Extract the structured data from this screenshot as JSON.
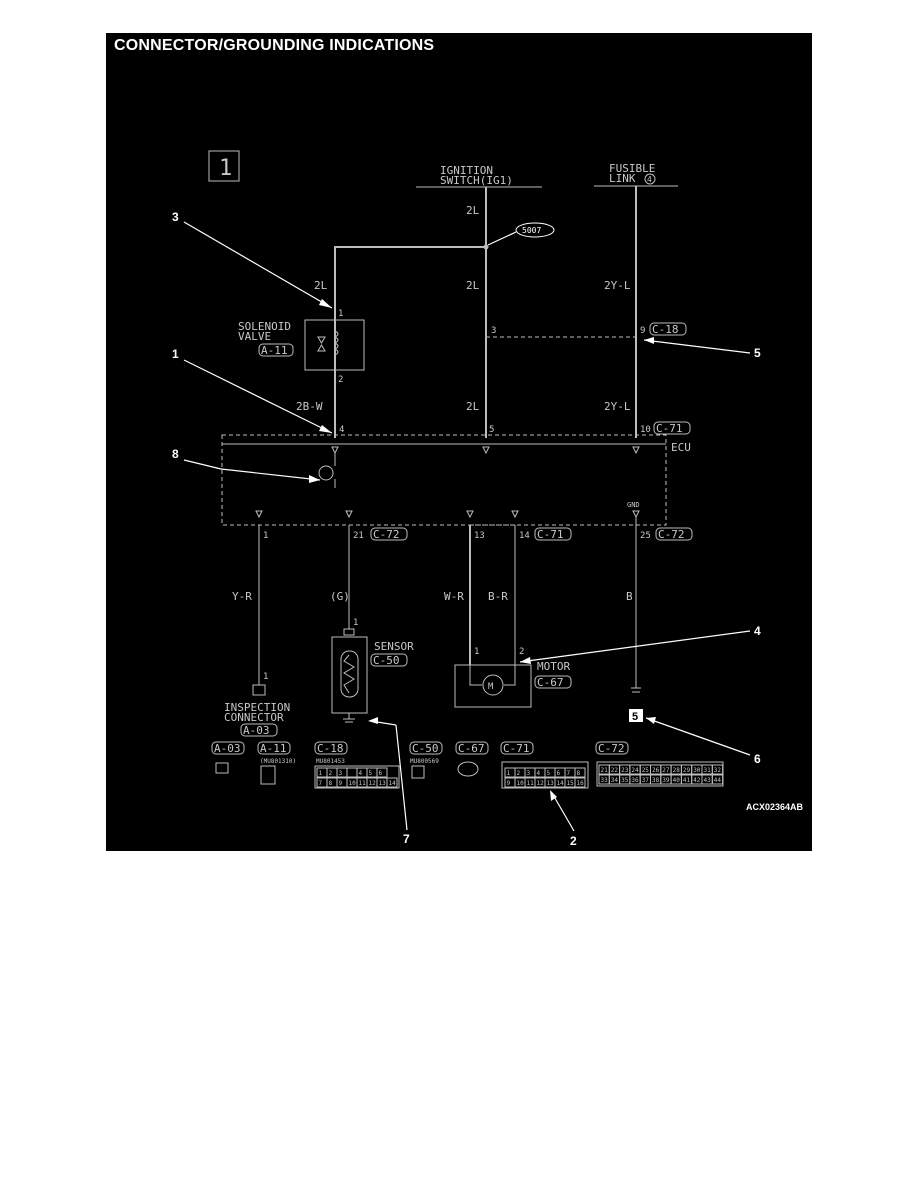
{
  "title": "CONNECTOR/GROUNDING INDICATIONS",
  "figure_number": "1",
  "sources": {
    "ignition_line1": "IGNITION",
    "ignition_line2": "SWITCH(IG1)",
    "fusible_line1": "FUSIBLE",
    "fusible_line2": "LINK",
    "fusible_num": "4"
  },
  "splice": "5007",
  "wires": {
    "sol_top": "2L",
    "ign_top": "2L",
    "ign_mid": "2L",
    "fus_mid": "2Y-L",
    "sol_bottom": "2B-W",
    "ign_bottom": "2L",
    "fus_bottom": "2Y-L",
    "insp": "Y-R",
    "sensor": "(G)",
    "motor1": "W-R",
    "motor2": "B-R",
    "ground": "B"
  },
  "pins": {
    "sol1": "1",
    "sol2": "2",
    "j3": "3",
    "j9": "9",
    "p4": "4",
    "p5": "5",
    "p10": "10",
    "p1": "1",
    "p21": "21",
    "p13": "13",
    "p14": "14",
    "p25": "25",
    "sensor_pin": "1",
    "insp_pin": "1",
    "motor_p1": "1",
    "motor_p2": "2"
  },
  "components": {
    "solenoid_line1": "SOLENOID",
    "solenoid_line2": "VALVE",
    "sensor": "SENSOR",
    "motor": "MOTOR",
    "insp_line1": "INSPECTION",
    "insp_line2": "CONNECTOR",
    "ecu": "ECU",
    "gnd": "GND",
    "ground_num": "5",
    "motor_symbol": "M"
  },
  "connectors": {
    "a11": "A-11",
    "c18": "C-18",
    "c71": "C-71",
    "c72": "C-72",
    "c50": "C-50",
    "c67": "C-67",
    "a03": "A-03"
  },
  "legend": {
    "labels": [
      "A-03",
      "A-11",
      "C-18",
      "C-50",
      "C-67",
      "C-71",
      "C-72"
    ],
    "a11_part": "(MU801310)",
    "c18_part": "MU801453",
    "c50_part": "MU800569",
    "c18_row1": [
      "1",
      "2",
      "3",
      "",
      "4",
      "5",
      "6"
    ],
    "c18_row2": [
      "7",
      "8",
      "9",
      "10",
      "11",
      "12",
      "13",
      "14"
    ],
    "c71_row1": [
      "1",
      "2",
      "3",
      "4",
      "5",
      "6",
      "7",
      "8"
    ],
    "c71_row2": [
      "9",
      "10",
      "11",
      "12",
      "13",
      "14",
      "15",
      "16"
    ],
    "c72_row1": [
      "21",
      "22",
      "23",
      "24",
      "25",
      "26",
      "27",
      "28",
      "29",
      "30",
      "31",
      "32"
    ],
    "c72_row2": [
      "33",
      "34",
      "35",
      "36",
      "37",
      "38",
      "39",
      "40",
      "41",
      "42",
      "43",
      "44"
    ]
  },
  "callouts": [
    "1",
    "2",
    "3",
    "4",
    "5",
    "6",
    "7",
    "8"
  ],
  "figure_code": "ACX02364AB"
}
